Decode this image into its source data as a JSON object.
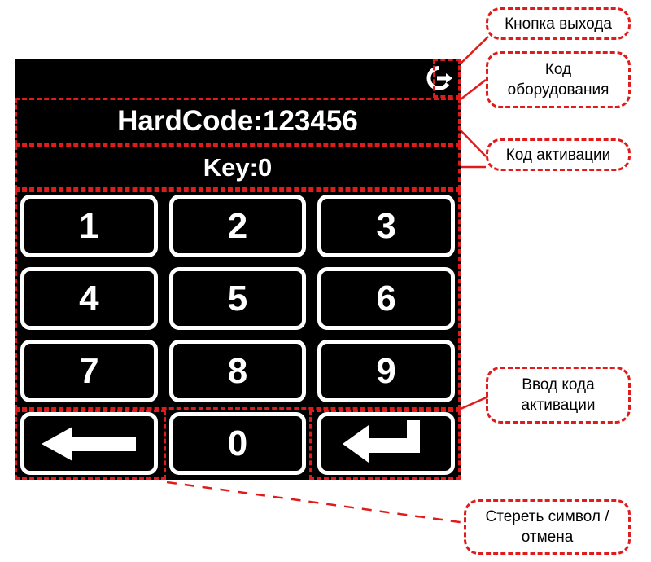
{
  "screen": {
    "hardcode_label": "HardCode:123456",
    "key_label": "Key:0",
    "exit_icon": "exit-arrow-icon",
    "background_color": "#000000",
    "foreground_color": "#ffffff"
  },
  "keypad": {
    "keys": [
      {
        "label": "1",
        "name": "key-1",
        "type": "digit"
      },
      {
        "label": "2",
        "name": "key-2",
        "type": "digit"
      },
      {
        "label": "3",
        "name": "key-3",
        "type": "digit"
      },
      {
        "label": "4",
        "name": "key-4",
        "type": "digit"
      },
      {
        "label": "5",
        "name": "key-5",
        "type": "digit"
      },
      {
        "label": "6",
        "name": "key-6",
        "type": "digit"
      },
      {
        "label": "7",
        "name": "key-7",
        "type": "digit"
      },
      {
        "label": "8",
        "name": "key-8",
        "type": "digit"
      },
      {
        "label": "9",
        "name": "key-9",
        "type": "digit"
      },
      {
        "label": "",
        "name": "key-backspace",
        "type": "backspace-icon"
      },
      {
        "label": "0",
        "name": "key-0",
        "type": "digit"
      },
      {
        "label": "",
        "name": "key-enter",
        "type": "enter-icon"
      }
    ]
  },
  "annotations": {
    "accent_color": "#e01b1b",
    "exit": "Кнопка выхода",
    "hardware_code": "Код\nоборудования",
    "hardware_code_line1": "Код",
    "hardware_code_line2": "оборудования",
    "activation_code": "Код активации",
    "activation_input_line1": "Ввод кода",
    "activation_input_line2": "активации",
    "erase_line1": "Стереть символ /",
    "erase_line2": "отмена"
  }
}
